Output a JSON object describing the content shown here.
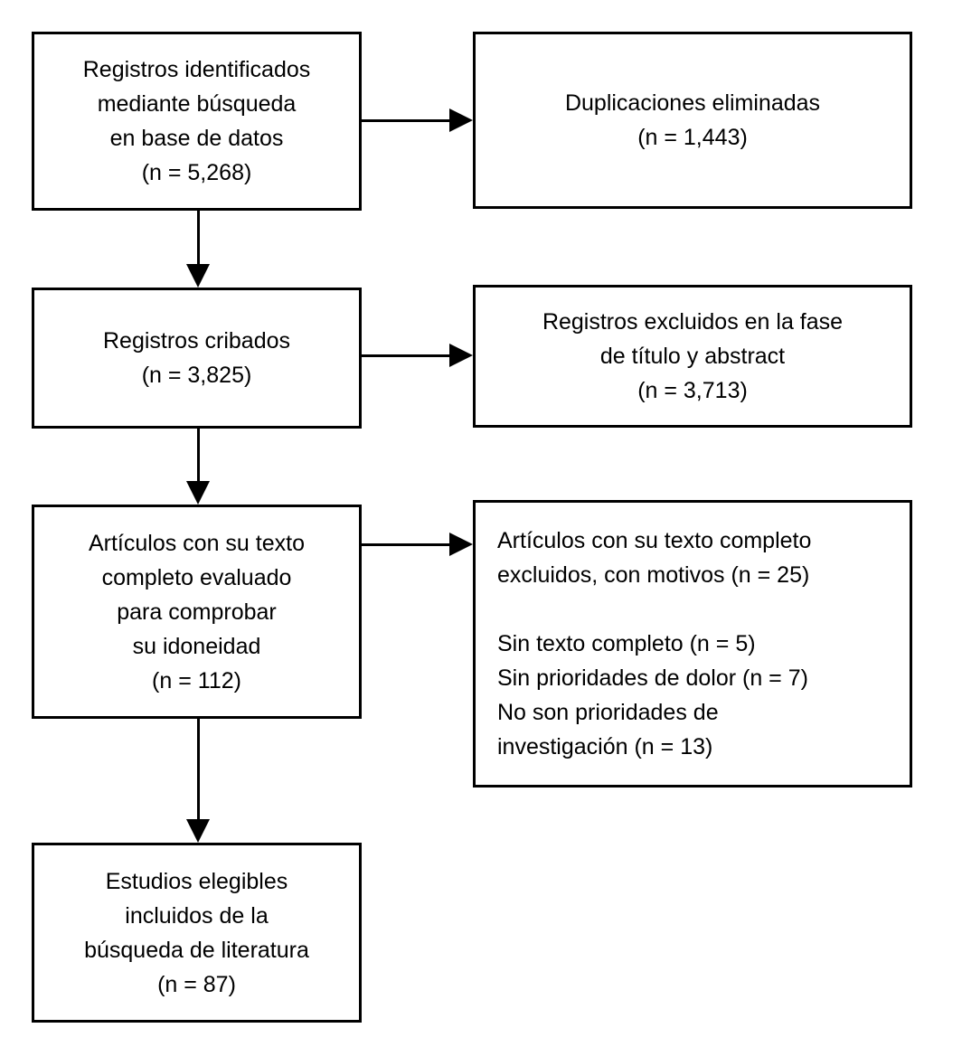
{
  "diagram": {
    "type": "flowchart",
    "language": "es"
  },
  "boxes": [
    {
      "id": "records-identified",
      "lines": [
        "Registros identificados",
        "mediante búsqueda",
        "en base de datos",
        "(n = 5,268)"
      ]
    },
    {
      "id": "duplicates-removed",
      "lines": [
        "Duplicaciones eliminadas",
        "(n = 1,443)"
      ]
    },
    {
      "id": "records-screened",
      "lines": [
        "Registros cribados",
        "(n = 3,825)"
      ]
    },
    {
      "id": "records-excluded-title-abstract",
      "lines": [
        "Registros excluidos en la fase",
        "de título y abstract",
        "(n = 3,713)"
      ]
    },
    {
      "id": "fulltext-assessed",
      "lines": [
        "Artículos con su texto",
        "completo evaluado",
        "para comprobar",
        "su idoneidad",
        "(n = 112)"
      ]
    },
    {
      "id": "fulltext-excluded",
      "lines": [
        "Artículos con su texto completo",
        "excluidos, con motivos (n = 25)",
        "",
        "Sin texto completo (n = 5)",
        "Sin prioridades de dolor (n = 7)",
        "No son prioridades de",
        "investigación (n = 13)"
      ]
    },
    {
      "id": "studies-included",
      "lines": [
        "Estudios elegibles",
        "incluidos de la",
        "búsqueda de literatura",
        "(n = 87)"
      ]
    }
  ],
  "counts": {
    "records_identified": 5268,
    "duplicates_removed": 1443,
    "records_screened": 3825,
    "excluded_title_abstract": 3713,
    "fulltext_assessed": 112,
    "fulltext_excluded_total": 25,
    "no_fulltext": 5,
    "no_pain_priorities": 7,
    "not_research_priorities": 13,
    "studies_included": 87
  },
  "colors": {
    "border": "#000000",
    "background": "#ffffff",
    "text": "#000000"
  }
}
